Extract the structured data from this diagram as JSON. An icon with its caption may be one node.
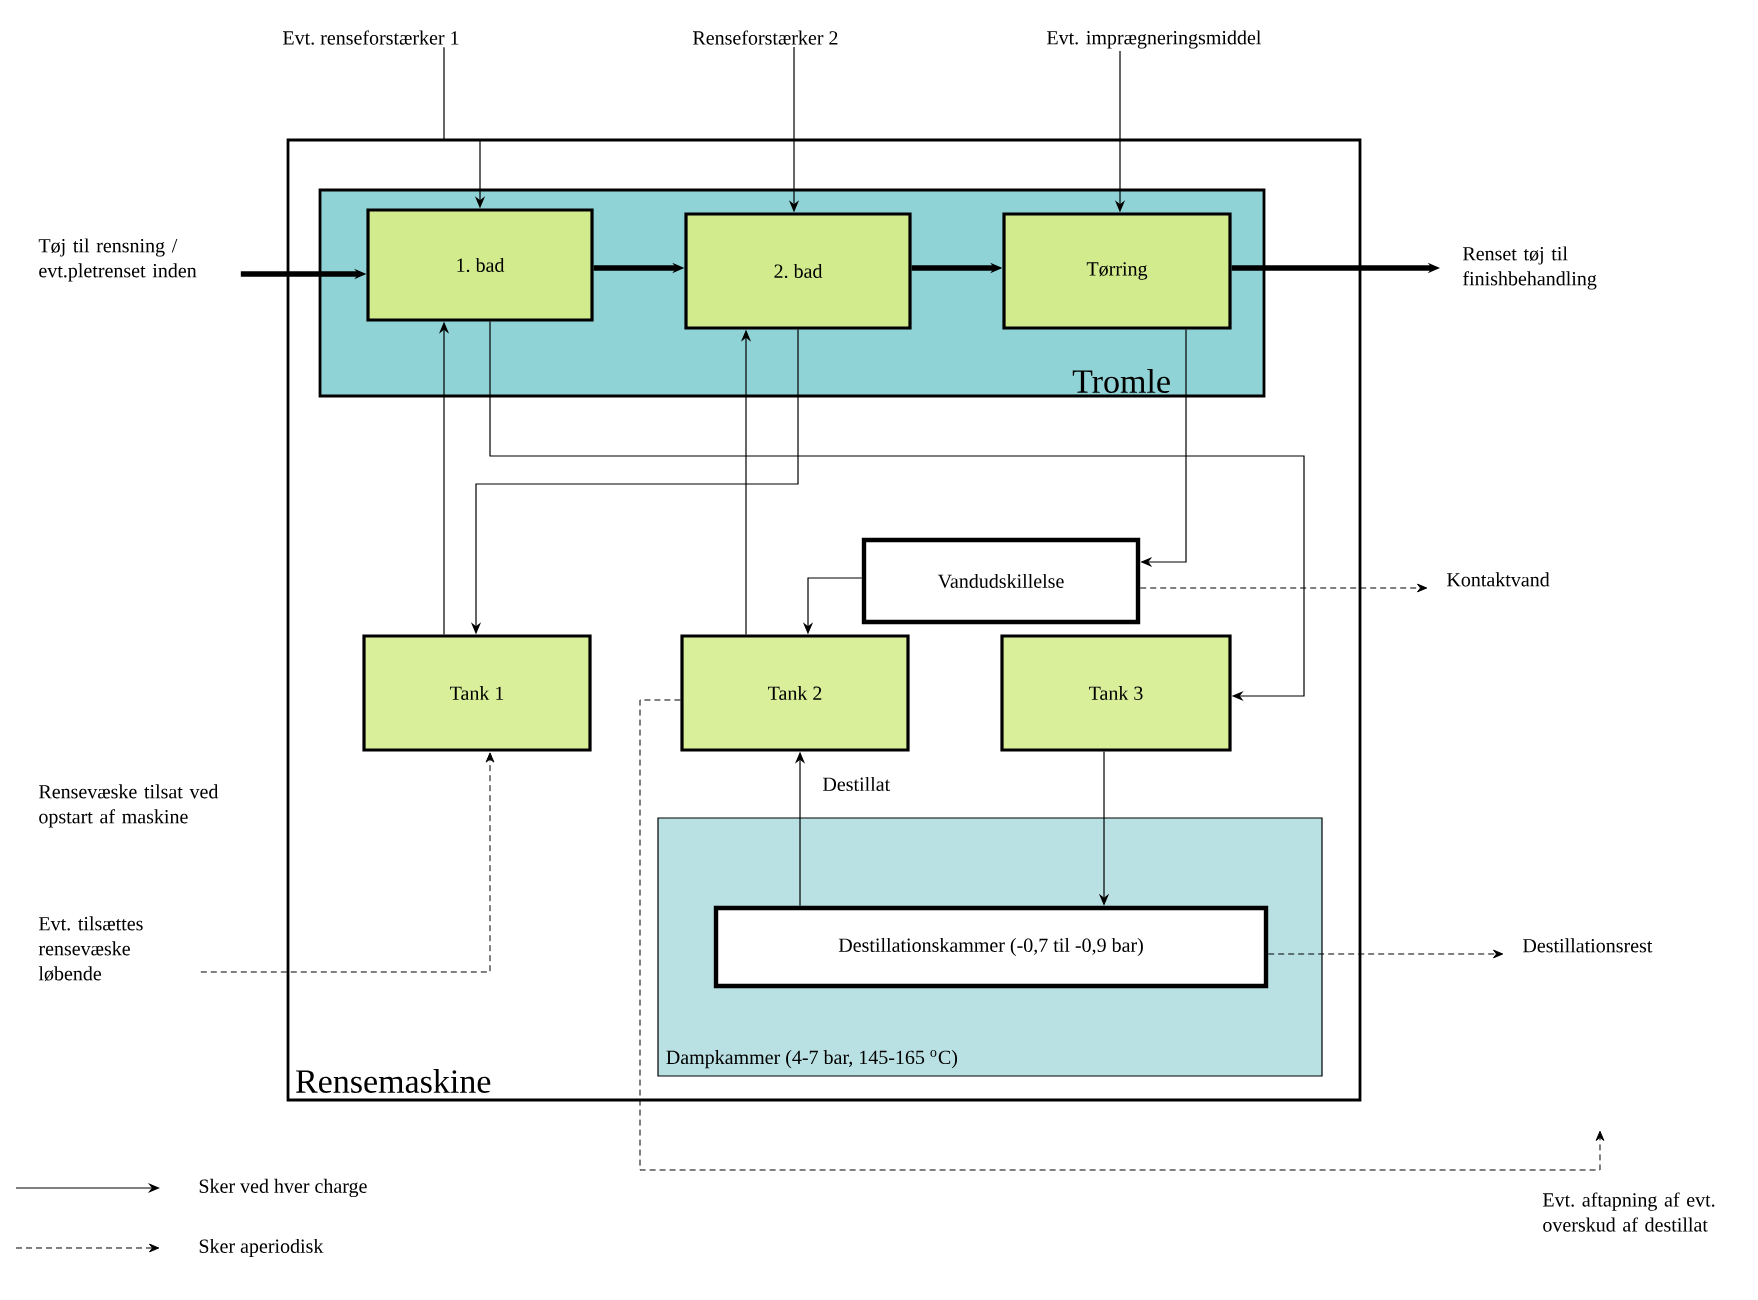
{
  "diagram": {
    "nodes": [
      {
        "text": [
          "Rensemaskine"
        ]
      },
      {
        "text": [
          "Tromle"
        ],
        "in": 0
      },
      {
        "text": [
          "1. bad"
        ],
        "in": 1
      },
      {
        "text": [
          "2. bad"
        ],
        "in": 1
      },
      {
        "text": [
          "Tørring"
        ],
        "in": 1
      },
      {
        "text": [
          "Vandudskillelse"
        ],
        "in": 0
      },
      {
        "text": [
          "Tank 1"
        ],
        "in": 0
      },
      {
        "text": [
          "Tank 2"
        ],
        "in": 0
      },
      {
        "text": [
          "Tank 3"
        ],
        "in": 0
      },
      {
        "text": [
          "Dampkammer (4-7 bar, 145-165 $^{o}$C)"
        ],
        "in": 0
      },
      {
        "text": [
          "Destillationskammer (-0,7 til -0,9 bar)"
        ],
        "in": 9
      },
      {
        "text": [
          "Tøj til rensning / evt.pletrenset inden"
        ]
      },
      {
        "text": [
          "Renset tøj til finishbehandling"
        ]
      },
      {
        "text": [
          "Evt. renseforstærker 1"
        ]
      },
      {
        "text": [
          "Renseforstærker 2"
        ]
      },
      {
        "text": [
          "Evt. imprægneringsmiddel"
        ]
      },
      {
        "text": [
          "Kontaktvand"
        ]
      },
      {
        "text": [
          "Destillationsrest"
        ]
      },
      {
        "text": [
          "Evt. tilsættes rensevæske løbende"
        ]
      }
    ],
    "edges": [
      {
        "from": 11,
        "to": 2,
        "arrow": "to",
        "style": "thick"
      },
      {
        "from": 2,
        "to": 3,
        "arrow": "to",
        "style": "thick"
      },
      {
        "from": 3,
        "to": 4,
        "arrow": "to",
        "style": "thick"
      },
      {
        "from": 4,
        "to": 12,
        "arrow": "to",
        "style": "thick"
      },
      {
        "from": 13,
        "to": 2,
        "arrow": "to"
      },
      {
        "from": 14,
        "to": 3,
        "arrow": "to"
      },
      {
        "from": 15,
        "to": 4,
        "arrow": "to"
      },
      {
        "from": 6,
        "to": 2,
        "arrow": "to"
      },
      {
        "from": 2,
        "to": 8,
        "arrow": "to"
      },
      {
        "from": 3,
        "to": 6,
        "arrow": "to"
      },
      {
        "from": 7,
        "to": 3,
        "arrow": "to"
      },
      {
        "from": 4,
        "to": 5,
        "arrow": "to"
      },
      {
        "from": 5,
        "to": 7,
        "arrow": "to"
      },
      {
        "from": 5,
        "to": 16,
        "arrow": "to",
        "style": "dashed"
      },
      {
        "from": 10,
        "to": 7,
        "arrow": "to",
        "label": "Destillat"
      },
      {
        "from": 8,
        "to": 10,
        "arrow": "to"
      },
      {
        "from": 10,
        "to": 17,
        "arrow": "to",
        "style": "dashed"
      },
      {
        "from": 18,
        "to": 6,
        "arrow": "to",
        "style": "dashed"
      },
      {
        "from": 7,
        "to": null,
        "arrow": "to",
        "style": "dashed"
      }
    ],
    "labels": [
      "Rensevæske tilsat ved opstart af maskine",
      "Evt. aftapning af evt. overskud af destillat"
    ],
    "legend": [
      {
        "text": "Sker ved hver charge"
      },
      {
        "text": "Sker aperiodisk"
      }
    ]
  }
}
